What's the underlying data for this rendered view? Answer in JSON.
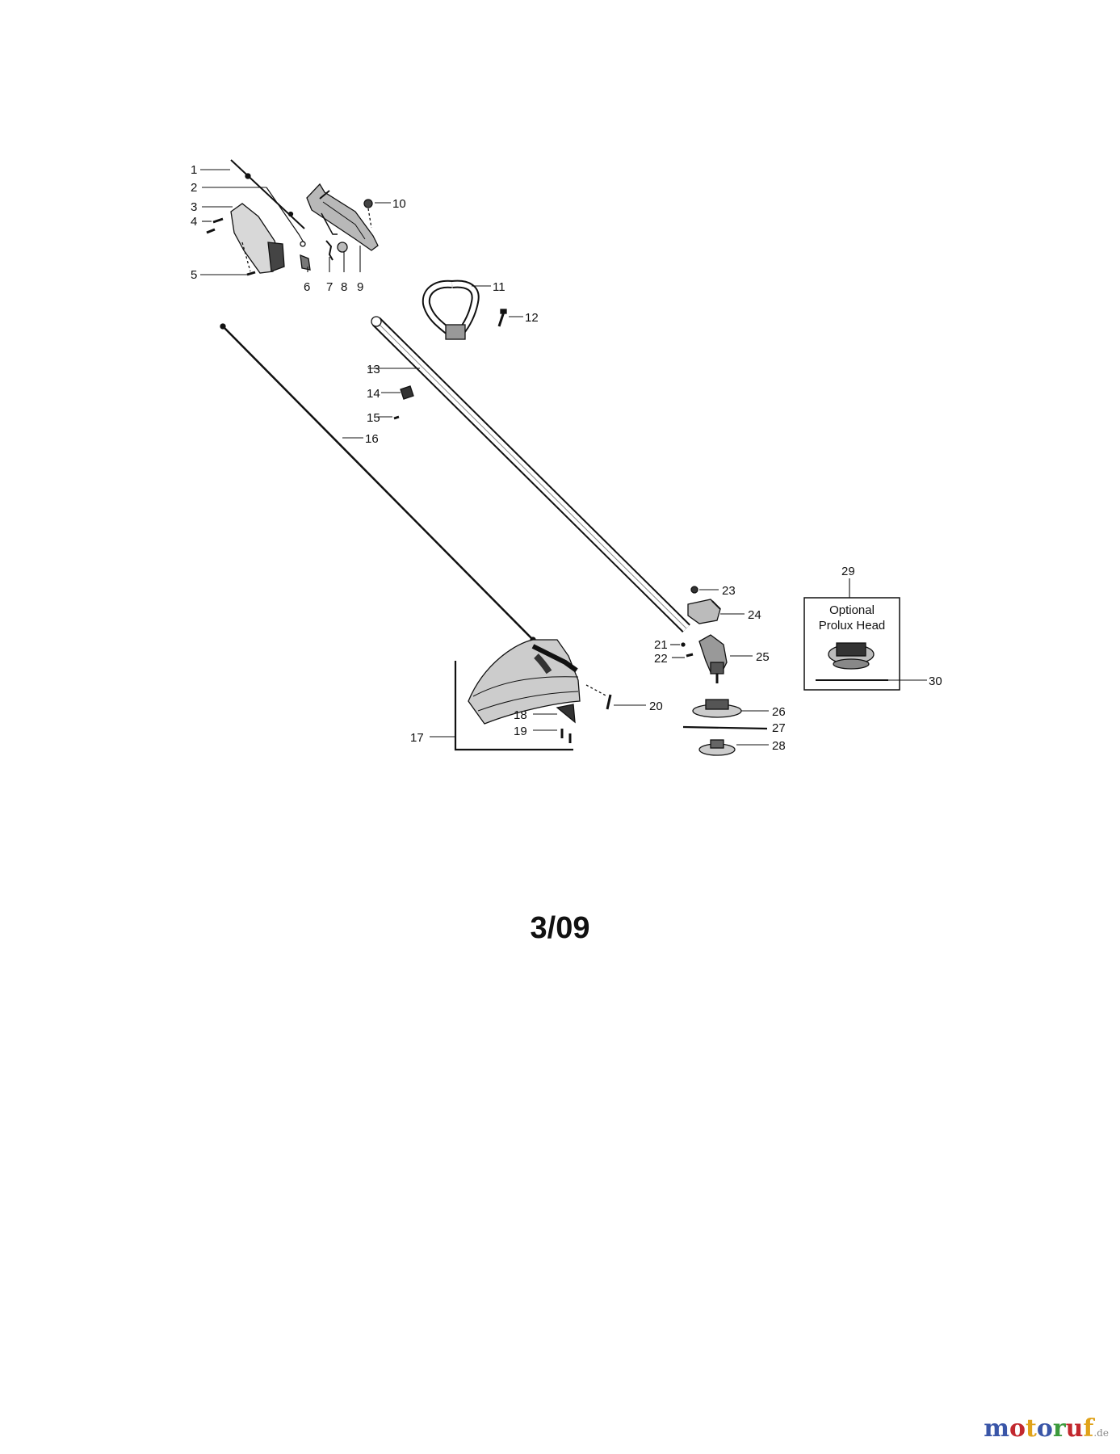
{
  "callouts": [
    {
      "id": "1",
      "text": "1"
    },
    {
      "id": "2",
      "text": "2"
    },
    {
      "id": "3",
      "text": "3"
    },
    {
      "id": "4",
      "text": "4"
    },
    {
      "id": "5",
      "text": "5"
    },
    {
      "id": "6",
      "text": "6"
    },
    {
      "id": "7",
      "text": "7"
    },
    {
      "id": "8",
      "text": "8"
    },
    {
      "id": "9",
      "text": "9"
    },
    {
      "id": "10",
      "text": "10"
    },
    {
      "id": "11",
      "text": "11"
    },
    {
      "id": "12",
      "text": "12"
    },
    {
      "id": "13",
      "text": "13"
    },
    {
      "id": "14",
      "text": "14"
    },
    {
      "id": "15",
      "text": "15"
    },
    {
      "id": "16",
      "text": "16"
    },
    {
      "id": "17",
      "text": "17"
    },
    {
      "id": "18",
      "text": "18"
    },
    {
      "id": "19",
      "text": "19"
    },
    {
      "id": "20",
      "text": "20"
    },
    {
      "id": "21",
      "text": "21"
    },
    {
      "id": "22",
      "text": "22"
    },
    {
      "id": "23",
      "text": "23"
    },
    {
      "id": "24",
      "text": "24"
    },
    {
      "id": "25",
      "text": "25"
    },
    {
      "id": "26",
      "text": "26"
    },
    {
      "id": "27",
      "text": "27"
    },
    {
      "id": "28",
      "text": "28"
    },
    {
      "id": "29",
      "text": "29"
    },
    {
      "id": "30",
      "text": "30"
    }
  ],
  "optional_box": {
    "line1": "Optional",
    "line2": "Prolux Head"
  },
  "page_number": "3/09",
  "watermark": {
    "letters": [
      "m",
      "o",
      "t",
      "o",
      "r",
      "u",
      "f"
    ],
    "letter_colors": [
      "#3a56a8",
      "#c2282e",
      "#e0a21a",
      "#3a56a8",
      "#3c9a3c",
      "#c2282e",
      "#e0a21a"
    ],
    "suffix": ".de"
  }
}
